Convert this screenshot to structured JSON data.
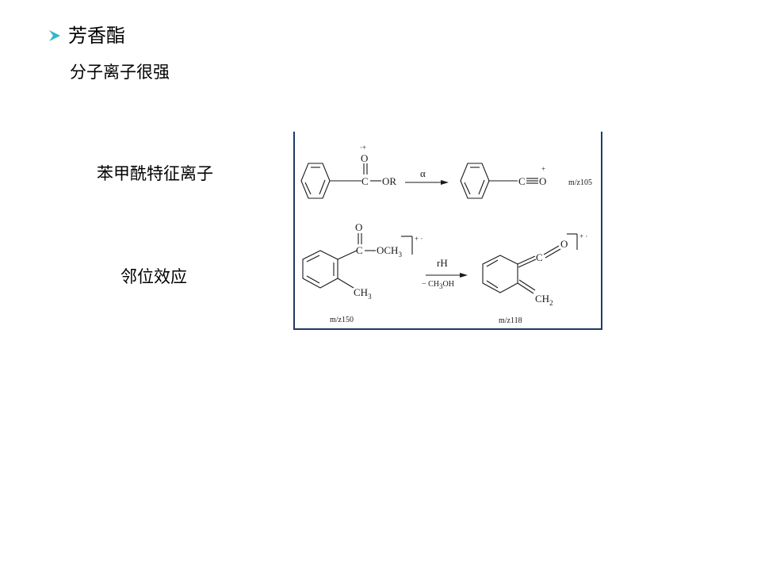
{
  "slide": {
    "heading": "芳香酯",
    "subheading": "分子离子很强",
    "label_benzoyl": "苯甲酰特征离子",
    "label_ortho": "邻位效应"
  },
  "figure": {
    "reaction1": {
      "reactant": {
        "carbonyl_o": "O",
        "radical_cation": "·+",
        "carbon": "C",
        "substituent": "OR"
      },
      "arrow_label": "α",
      "product": {
        "carbon": "C",
        "oxygen": "O",
        "charge": "+"
      },
      "mz_label": "m/z105"
    },
    "reaction2": {
      "reactant": {
        "carbonyl_o": "O",
        "carbon": "C",
        "ester_o": "OCH",
        "ester_sub": "3",
        "methyl": "CH",
        "methyl_sub": "3",
        "charge": "+ ·"
      },
      "arrow_label_top": "rH",
      "arrow_label_bottom_pre": "− CH",
      "arrow_label_bottom_sub": "3",
      "arrow_label_bottom_post": "OH",
      "product": {
        "carbon": "C",
        "oxygen": "O",
        "methylene": "CH",
        "methylene_sub": "2",
        "charge": "+ ·"
      },
      "mz_reactant": "m/z150",
      "mz_product": "m/z118"
    },
    "colors": {
      "frame": "#1f3a68",
      "bullet": "#2fb8c8"
    }
  }
}
